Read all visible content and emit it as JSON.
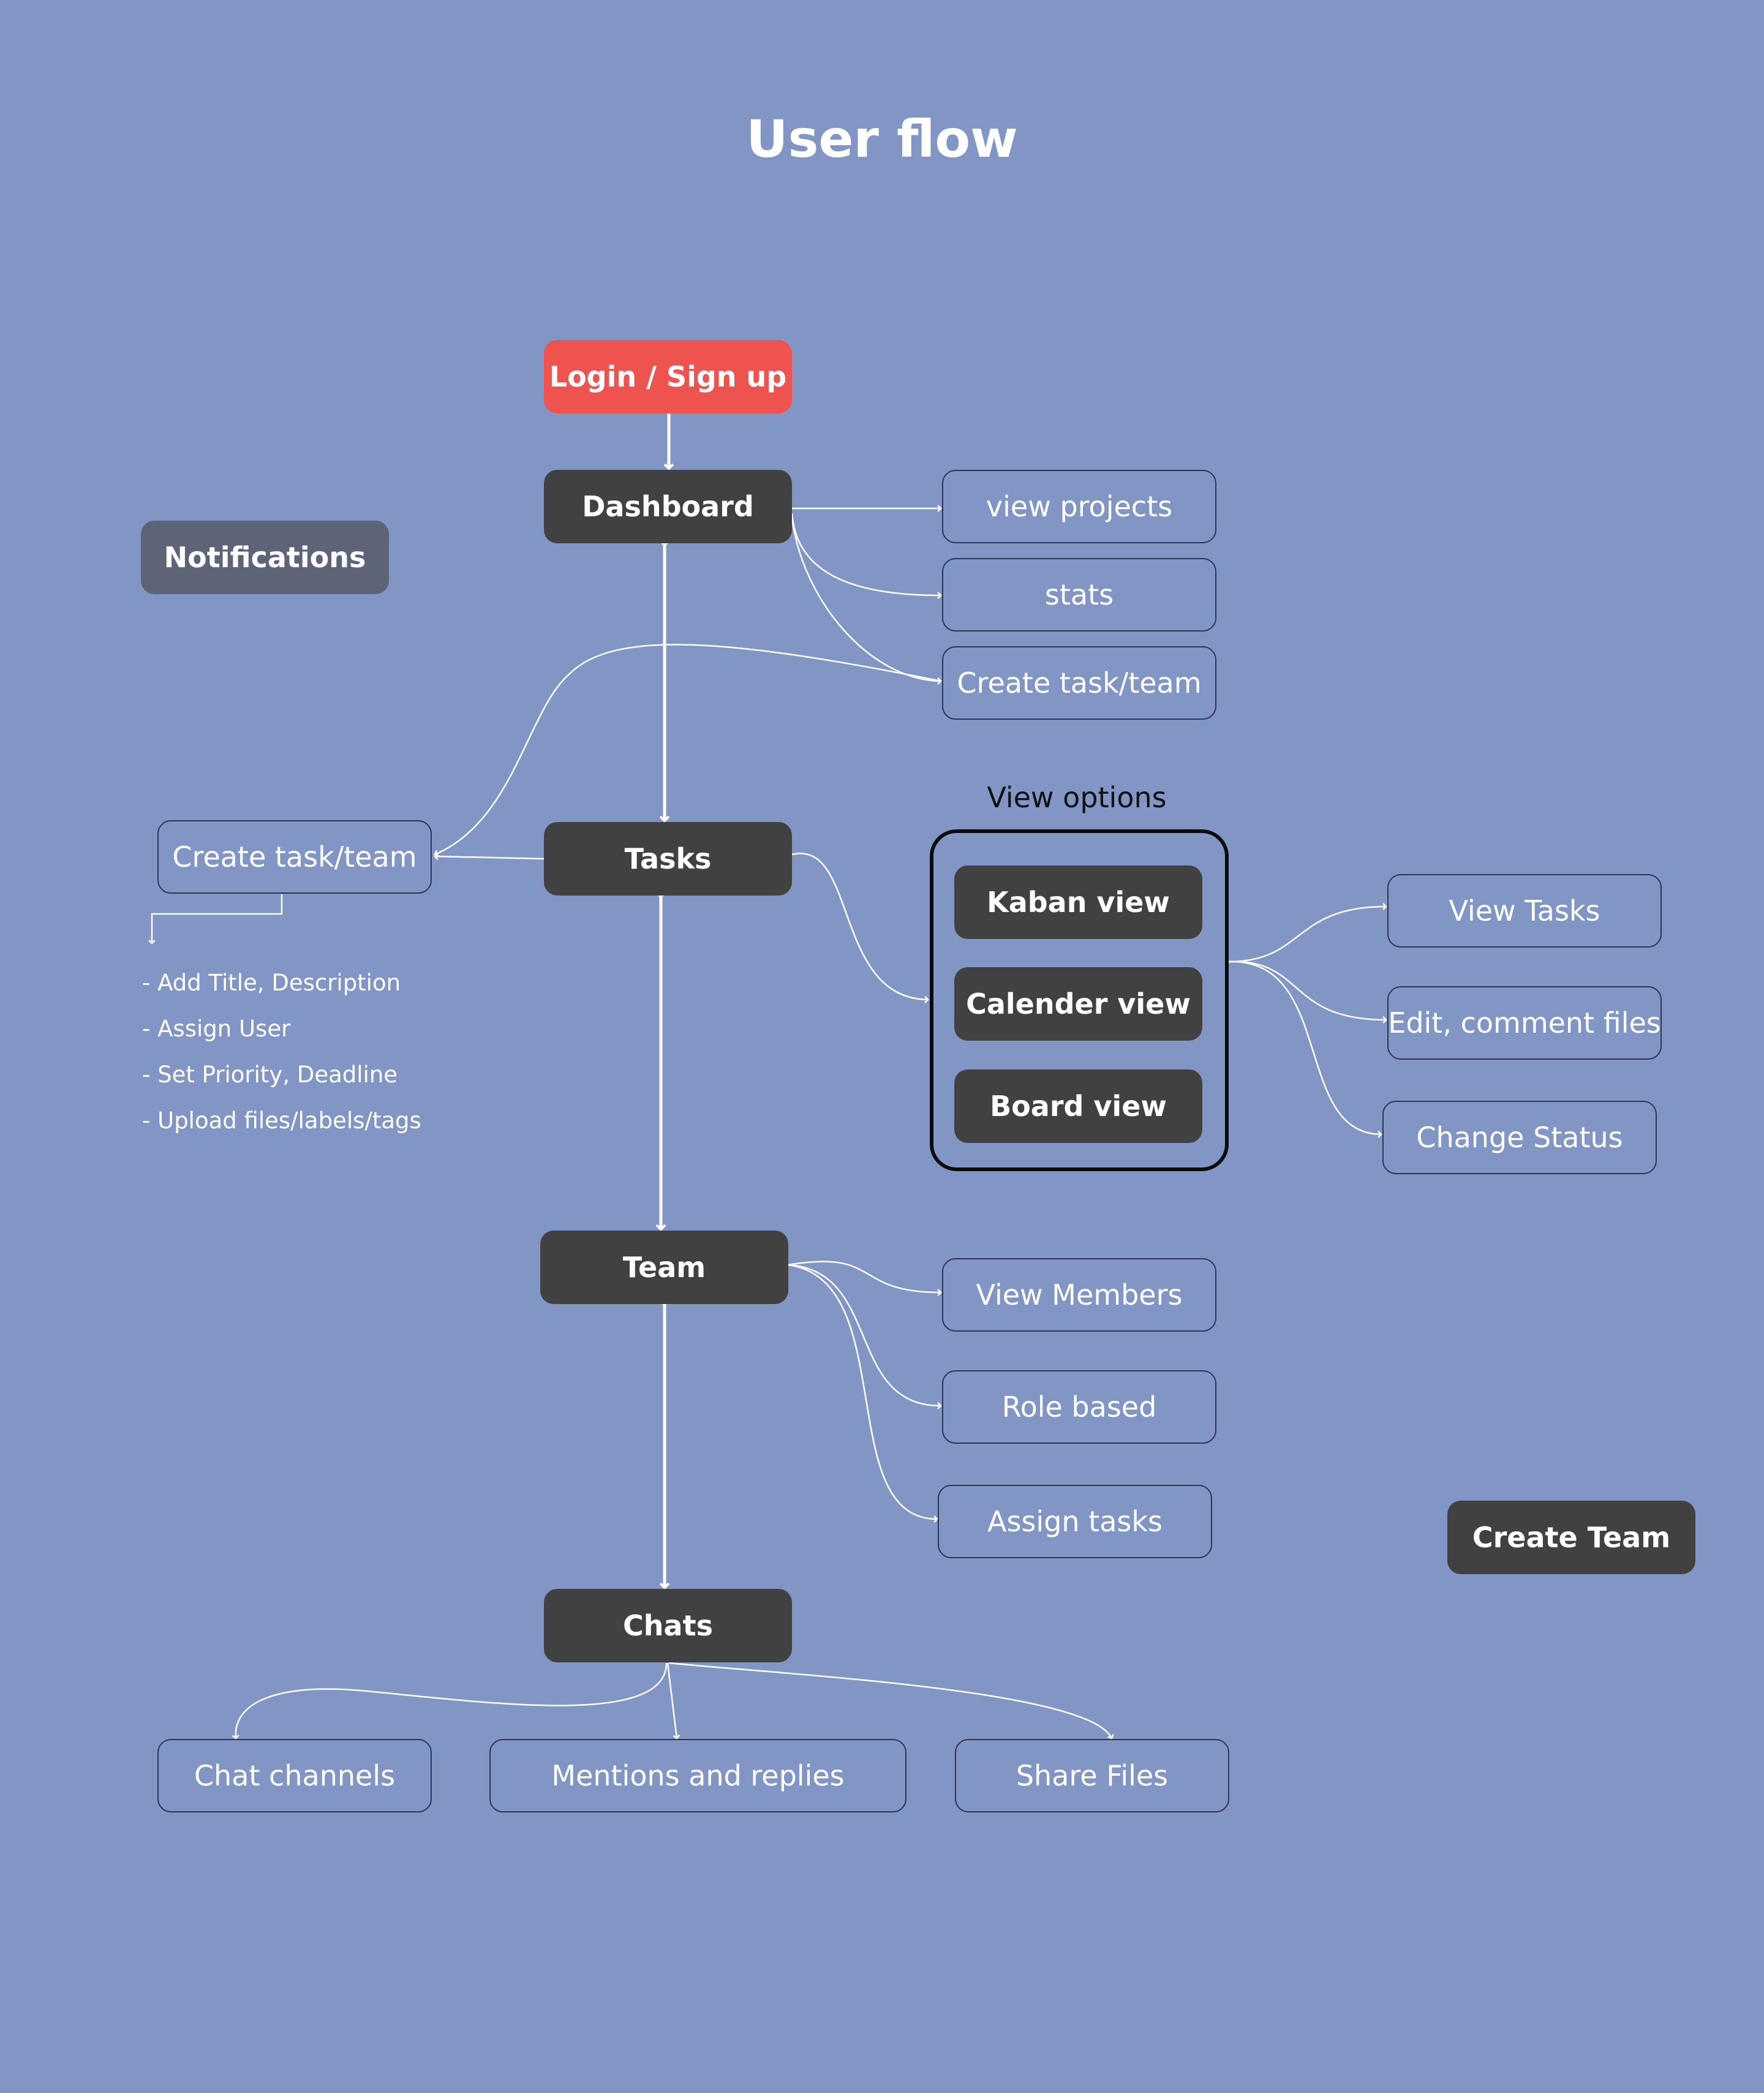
{
  "title": "User flow",
  "nodes": {
    "login": "Login / Sign up",
    "dashboard": "Dashboard",
    "notifications": "Notifications",
    "tasks": "Tasks",
    "team": "Team",
    "chats": "Chats",
    "create_team": "Create Team",
    "view_projects": "view projects",
    "stats": "stats",
    "create_task_team_dashboard": "Create task/team",
    "create_task_team_tasks": "Create task/team",
    "view_options": "View options",
    "kanban_view": "Kaban view",
    "calendar_view": "Calender view",
    "board_view": "Board view",
    "view_tasks": "View Tasks",
    "edit_comment_files": "Edit, comment files",
    "change_status": "Change Status",
    "view_members": "View Members",
    "role_based": "Role based",
    "assign_tasks": "Assign tasks",
    "chat_channels": "Chat channels",
    "mentions_replies": "Mentions and replies",
    "share_files": "Share Files"
  },
  "task_details": [
    "- Add Title, Description",
    "- Assign User",
    "- Set Priority, Deadline",
    "- Upload files/labels/tags"
  ],
  "colors": {
    "background": "#8196c4",
    "primary_node": "#414141",
    "entry_node": "#ef5350",
    "secondary_node": "#5d6478",
    "connector": "#ffffff"
  }
}
